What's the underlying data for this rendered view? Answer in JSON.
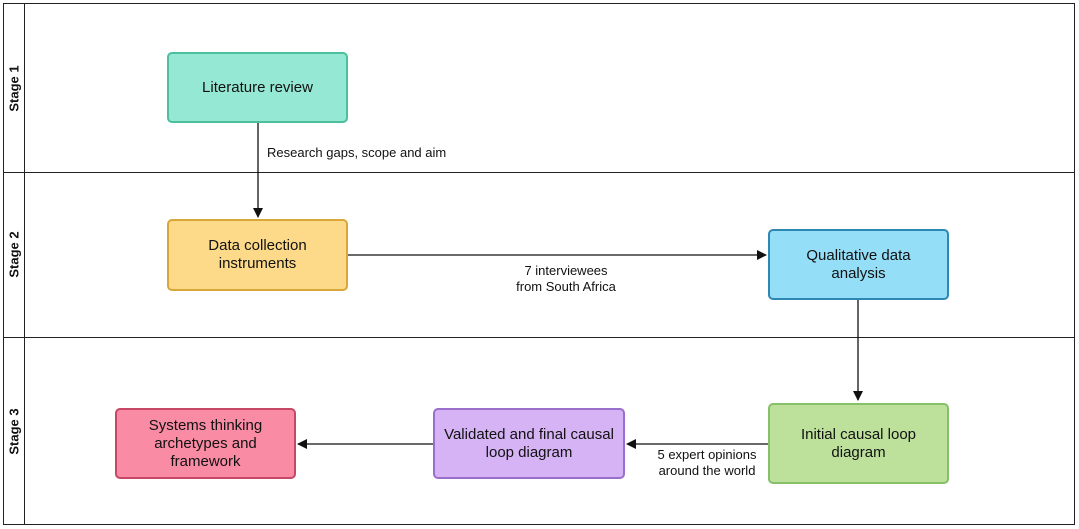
{
  "lanes": [
    {
      "label": "Stage 1"
    },
    {
      "label": "Stage 2"
    },
    {
      "label": "Stage 3"
    }
  ],
  "nodes": {
    "literature_review": {
      "label": "Literature review",
      "fill": "#95e8d3",
      "stroke": "#4cbf9d"
    },
    "data_collection": {
      "label": "Data collection instruments",
      "fill": "#fdd98a",
      "stroke": "#d9a63a"
    },
    "qualitative": {
      "label": "Qualitative data analysis",
      "fill": "#95def8",
      "stroke": "#2f87b3"
    },
    "initial_cld": {
      "label": "Initial causal loop diagram",
      "fill": "#bde09b",
      "stroke": "#86c06a"
    },
    "validated_cld": {
      "label": "Validated and final causal loop diagram",
      "fill": "#d5b3f5",
      "stroke": "#9a6fcb"
    },
    "systems": {
      "label": "Systems thinking archetypes and framework",
      "fill": "#f98ba4",
      "stroke": "#c74766"
    }
  },
  "edges": {
    "e1": {
      "label": "Research gaps, scope and aim"
    },
    "e2": {
      "label_line1": "7 interviewees",
      "label_line2": "from South Africa"
    },
    "e4": {
      "label_line1": "5 expert opinions",
      "label_line2": "around the world"
    }
  }
}
